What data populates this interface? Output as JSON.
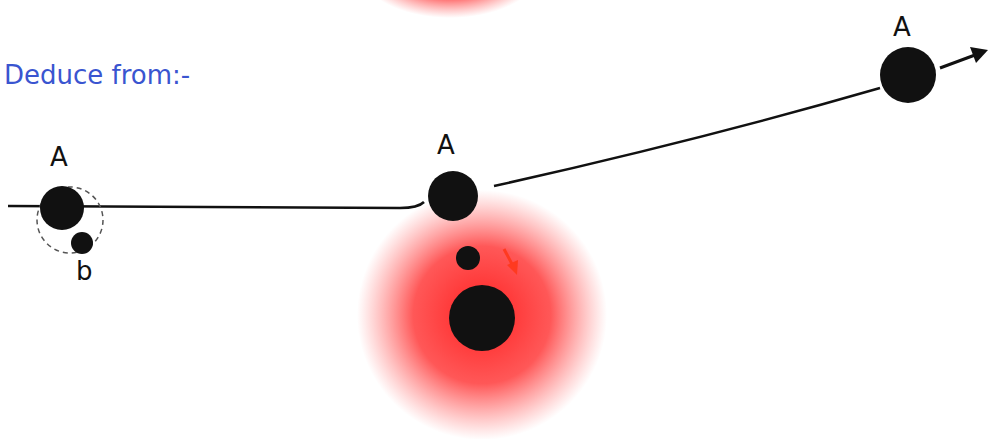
{
  "diagram": {
    "title": "Deduce from:-",
    "labels": [
      "A",
      "A",
      "A",
      "b"
    ]
  }
}
